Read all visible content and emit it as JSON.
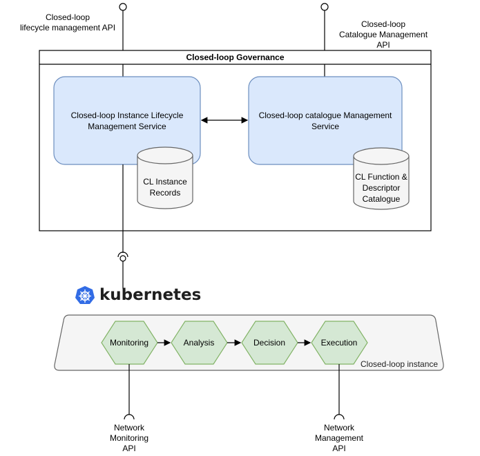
{
  "apis": {
    "lifecycle": "Closed-loop\nlifecycle management API",
    "catalogue": "Closed-loop\nCatalogue Management API",
    "monitoring": "Network\nMonitoring\nAPI",
    "management": "Network\nManagement\nAPI"
  },
  "governance": {
    "title": "Closed-loop Governance",
    "lifecycle_service": "Closed-loop Instance Lifecycle\nManagement Service",
    "catalogue_service": "Closed-loop catalogue Management\nService",
    "instance_records": "CL Instance\nRecords",
    "function_catalogue": "CL Function &\nDescriptor\nCatalogue"
  },
  "platform": {
    "name": "kubernetes",
    "icon": "kubernetes-helm-icon",
    "brand_color": "#326ce5"
  },
  "instance": {
    "label": "Closed-loop instance",
    "stages": [
      "Monitoring",
      "Analysis",
      "Decision",
      "Execution"
    ]
  },
  "colors": {
    "service_fill": "#dae8fc",
    "service_stroke": "#6c8ebf",
    "stage_fill": "#d5e8d4",
    "stage_stroke": "#82b366",
    "db_fill": "#f5f5f5",
    "db_stroke": "#666666",
    "instance_fill": "#f5f5f5"
  }
}
